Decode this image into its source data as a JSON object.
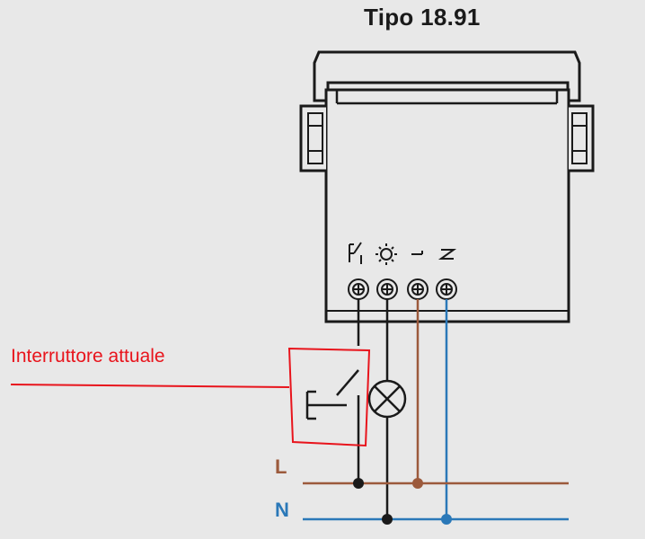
{
  "title": "Tipo 18.91",
  "annotation": "Interruttore attuale",
  "lines": {
    "L": {
      "label": "L",
      "color": "#9c5a3c"
    },
    "N": {
      "label": "N",
      "color": "#2a78b8"
    }
  },
  "terminals": [
    {
      "id": "switch",
      "glyph": "switch-icon"
    },
    {
      "id": "lamp",
      "glyph": "lamp-sun-icon"
    },
    {
      "id": "L",
      "glyph": "L"
    },
    {
      "id": "N",
      "glyph": "N"
    }
  ],
  "colors": {
    "annotation": "#e8141c",
    "device": "#1a1a1a",
    "background": "#e8e8e8"
  }
}
